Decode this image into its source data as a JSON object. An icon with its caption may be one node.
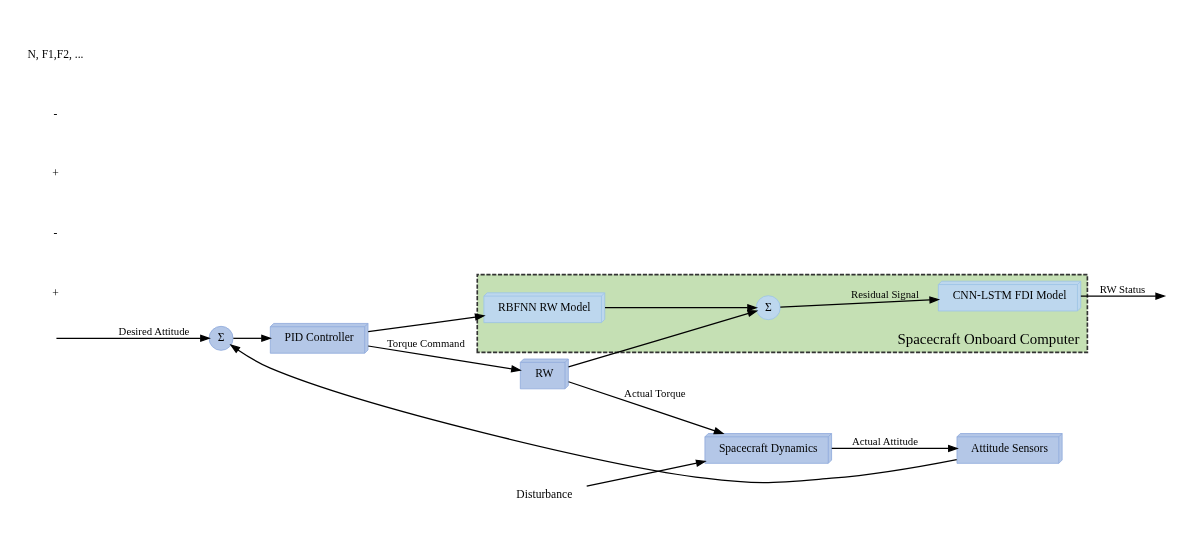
{
  "diagram": {
    "nodes": [
      {
        "text": [
          "Spacecraft Onboard Computer"
        ]
      },
      {
        "text": [
          "RBFNN RW Model"
        ],
        "in": 0
      },
      {
        "text": [
          "Σ"
        ],
        "in": 0
      },
      {
        "text": [
          "CNN-LSTM FDI Model"
        ],
        "in": 0
      },
      {
        "text": [
          "Σ"
        ]
      },
      {
        "text": [
          "PID Controller"
        ]
      },
      {
        "text": [
          "RW"
        ]
      },
      {
        "text": [
          "Spacecraft Dynamics"
        ]
      },
      {
        "text": [
          "Attitude Sensors"
        ]
      },
      {
        "text": [
          "Disturbance"
        ]
      }
    ],
    "edges": [
      {
        "from": null,
        "to": 4,
        "arrow": "to",
        "label": "Desired Attitude"
      },
      {
        "from": 4,
        "to": 5,
        "arrow": "to"
      },
      {
        "from": 5,
        "to": 6,
        "arrow": "to",
        "label": "Torque Command"
      },
      {
        "from": 5,
        "to": 1,
        "arrow": "to"
      },
      {
        "from": 1,
        "to": 2,
        "arrow": "to"
      },
      {
        "from": 6,
        "to": 7,
        "arrow": "to",
        "label": "Actual Torque"
      },
      {
        "from": 6,
        "to": 2,
        "arrow": "to"
      },
      {
        "from": 2,
        "to": 3,
        "arrow": "to",
        "label": "Residual Signal"
      },
      {
        "from": 3,
        "to": null,
        "arrow": "to",
        "label": "RW Status"
      },
      {
        "from": 9,
        "to": 7,
        "arrow": "to"
      },
      {
        "from": 7,
        "to": 8,
        "arrow": "to",
        "label": "Actual Attitude"
      },
      {
        "from": 8,
        "to": 4,
        "arrow": "to"
      }
    ],
    "labels": [
      "+",
      "-",
      "+",
      "-",
      "N, F1,F2, ..."
    ]
  }
}
